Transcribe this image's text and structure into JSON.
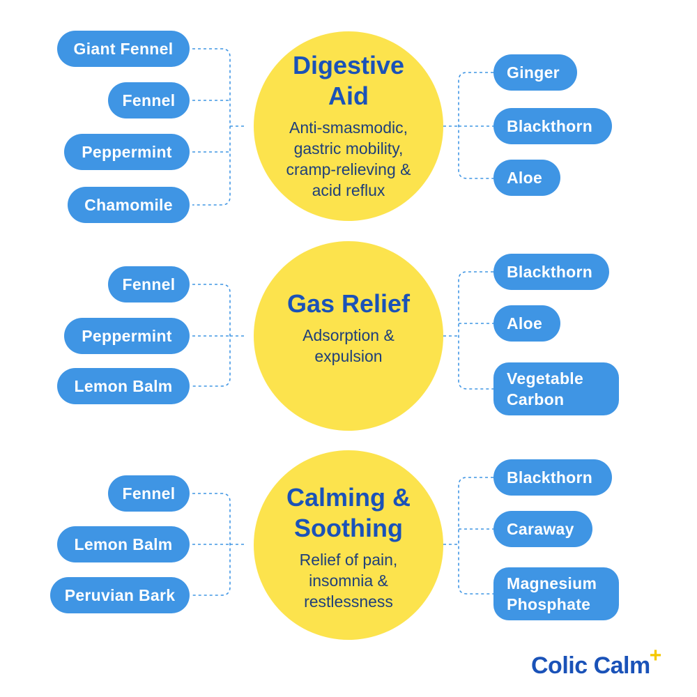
{
  "groups": [
    {
      "title": "Digestive\nAid",
      "description": "Anti-smasmodic,\ngastric mobility,\ncramp-relieving &\nacid reflux",
      "left": [
        "Giant Fennel",
        "Fennel",
        "Peppermint",
        "Chamomile"
      ],
      "right": [
        "Ginger",
        "Blackthorn",
        "Aloe"
      ]
    },
    {
      "title": "Gas Relief",
      "description": "Adsorption &\nexpulsion",
      "left": [
        "Fennel",
        "Peppermint",
        "Lemon Balm"
      ],
      "right": [
        "Blackthorn",
        "Aloe",
        "Vegetable\nCarbon"
      ]
    },
    {
      "title": "Calming &\nSoothing",
      "description": "Relief of pain,\ninsomnia &\nrestlessness",
      "left": [
        "Fennel",
        "Lemon Balm",
        "Peruvian Bark"
      ],
      "right": [
        "Blackthorn",
        "Caraway",
        "Magnesium\nPhosphate"
      ]
    }
  ],
  "brand": {
    "name": "Colic Calm",
    "plus": "+"
  },
  "colors": {
    "pill": "#3f95e4",
    "circle": "#fce34d",
    "title": "#1a52b8",
    "connector": "#3f95e4"
  }
}
